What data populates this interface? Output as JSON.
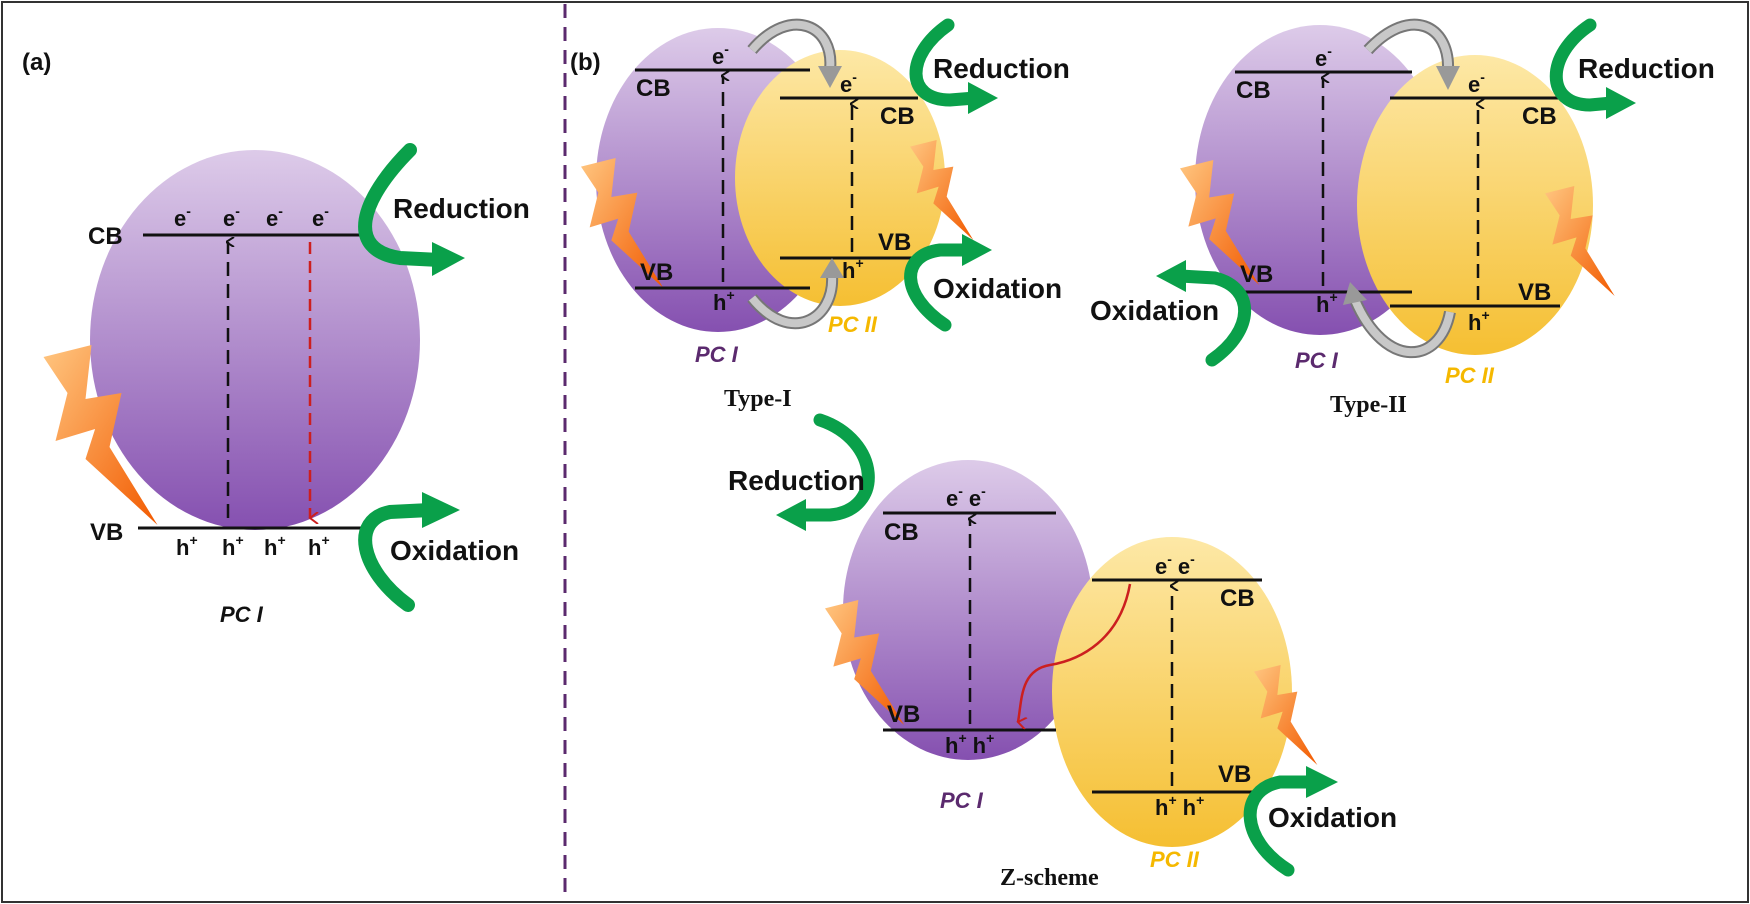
{
  "panels": {
    "a": "(a)",
    "b": "(b)"
  },
  "labels": {
    "cb": "CB",
    "vb": "VB",
    "electron": "e",
    "hole": "h",
    "minus": "-",
    "plus": "+",
    "reduction": "Reduction",
    "oxidation": "Oxidation",
    "pc1": "PC I",
    "pc2": "PC II"
  },
  "schemes": {
    "type1": "Type-I",
    "type2": "Type-II",
    "zscheme": "Z-scheme"
  },
  "colors": {
    "purple_top": "#d9c6e6",
    "purple_bottom": "#8b5bb3",
    "yellow_top": "#fde9a8",
    "yellow_bottom": "#f6c23a",
    "green_arrow": "#0aa04a",
    "gray_arrow": "#b0b0b0",
    "red_arrow": "#cc1f1f",
    "divider": "#5b2a6e",
    "lightning": "#f57c00",
    "pc2_text": "#f5b800",
    "pc1_text": "#5b2a6e"
  }
}
